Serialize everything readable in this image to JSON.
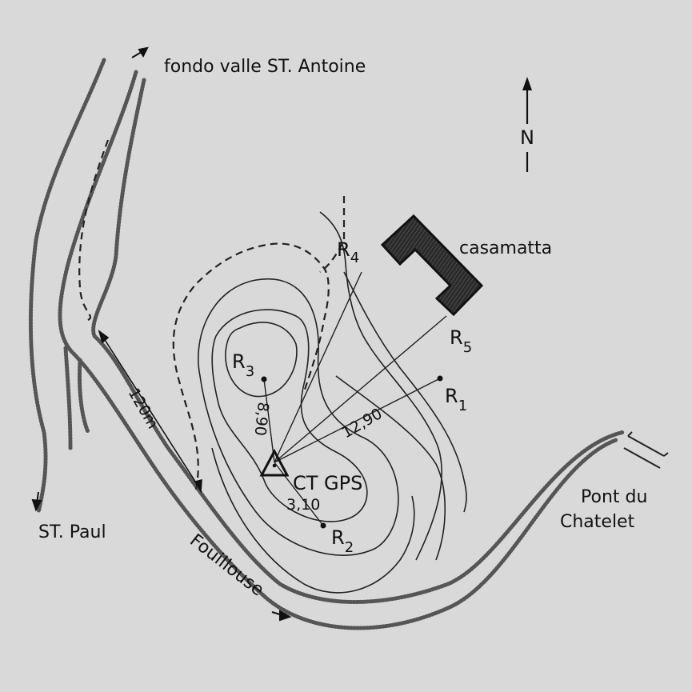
{
  "map": {
    "places": {
      "north_valley": "fondo valle ST. Antoine",
      "st_paul": "ST. Paul",
      "pont_line1": "Pont du",
      "pont_line2": "Chatelet",
      "road": "Fouillouse"
    },
    "north_arrow": {
      "label": "N"
    },
    "building": {
      "label": "casamatta"
    },
    "station": {
      "label": "CT GPS"
    },
    "points": [
      {
        "id": "R1",
        "letter": "R",
        "sub": "1"
      },
      {
        "id": "R2",
        "letter": "R",
        "sub": "2"
      },
      {
        "id": "R3",
        "letter": "R",
        "sub": "3"
      },
      {
        "id": "R4",
        "letter": "R",
        "sub": "4"
      },
      {
        "id": "R5",
        "letter": "R",
        "sub": "5"
      }
    ],
    "distances": {
      "to_r1": "12,90",
      "to_r2": "3,10",
      "to_r3": "8,90",
      "road_offset": "120m"
    }
  }
}
